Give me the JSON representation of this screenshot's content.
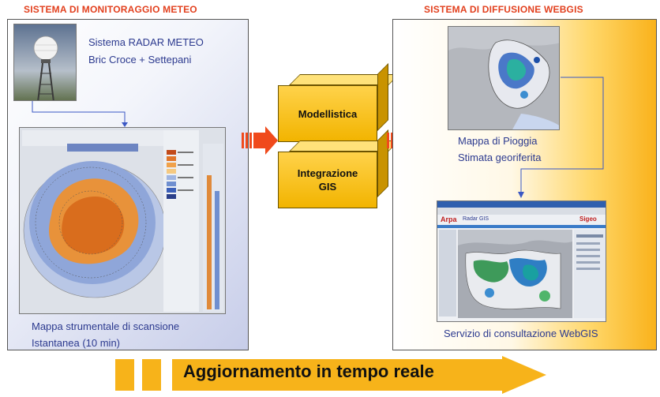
{
  "left_section": {
    "title": "SISTEMA DI MONITORAGGIO METEO",
    "radar_line1": "Sistema RADAR METEO",
    "radar_line2": "Bric Croce + Settepani",
    "caption_line1": "Mappa strumentale di scansione",
    "caption_line2": "Istantanea (10 min)"
  },
  "middle_section": {
    "box1_label": "Modellistica",
    "box2_label_line1": "Integrazione",
    "box2_label_line2": "GIS"
  },
  "right_section": {
    "title": "SISTEMA DI DIFFUSIONE WEBGIS",
    "map_caption_line1": "Mappa di Pioggia",
    "map_caption_line2": "Stimata georiferita",
    "web_caption": "Servizio di consultazione WebGIS",
    "web_logo": "Arpa",
    "web_title": "Radar GIS",
    "web_brand": "Sigeo"
  },
  "bottom": {
    "label": "Aggiornamento in tempo reale"
  },
  "colors": {
    "section_title": "#e2401e",
    "caption": "#2c3a8f",
    "box_fill": "#f2b400",
    "arrow": "#f04a1c",
    "bottom_arrow": "#f7b31a"
  }
}
